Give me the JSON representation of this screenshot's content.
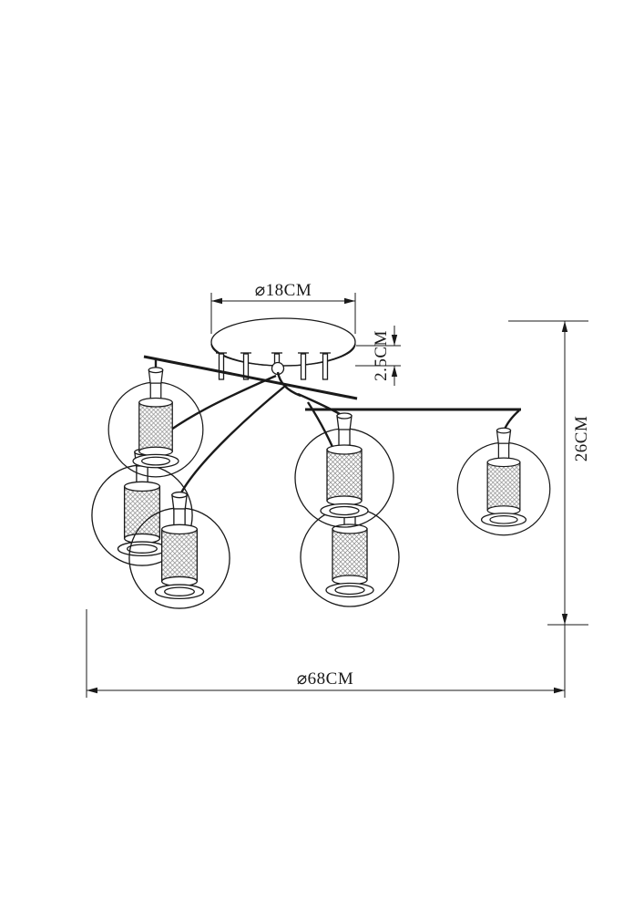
{
  "page": {
    "background_color": "#ffffff",
    "line_color": "#1a1a1a"
  },
  "diagram": {
    "kind": "technical dimension drawing",
    "subject": "six-light ceiling chandelier with perforated mesh globe shades",
    "dimensions": {
      "canopy_diameter": {
        "label": "⌀18CM"
      },
      "canopy_height": {
        "label": "2.5CM"
      },
      "overall_height": {
        "label": "26CM"
      },
      "overall_diameter": {
        "label": "⌀68CM"
      }
    }
  }
}
